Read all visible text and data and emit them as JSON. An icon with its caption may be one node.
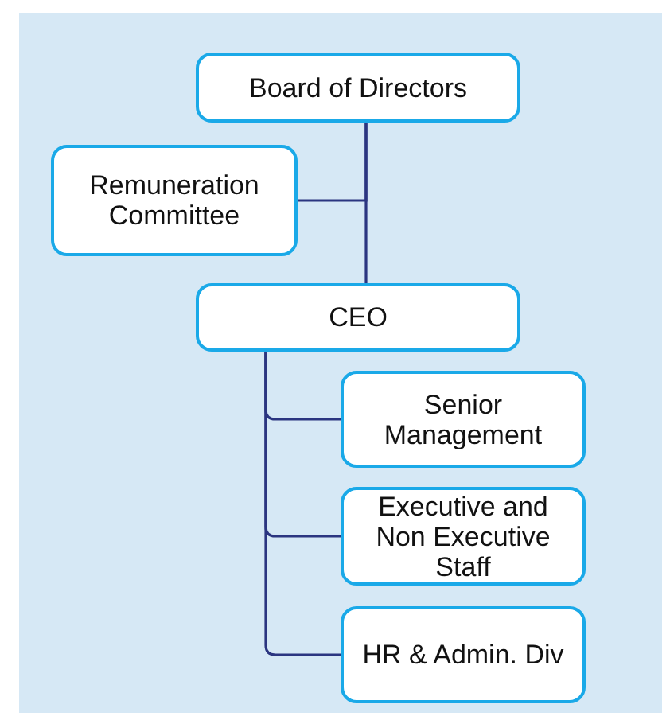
{
  "diagram": {
    "nodes": [
      {
        "text": [
          "Board of Directors"
        ]
      },
      {
        "text": [
          "Remuneration Committee"
        ]
      },
      {
        "text": [
          "CEO"
        ]
      },
      {
        "text": [
          "Senior Management"
        ]
      },
      {
        "text": [
          "Executive and Non Executive Staff"
        ]
      },
      {
        "text": [
          "HR & Admin. Div"
        ]
      }
    ],
    "edges": [
      {
        "from": 0,
        "to": 1,
        "arrow": "none"
      },
      {
        "from": 0,
        "to": 2,
        "arrow": "none"
      },
      {
        "from": 2,
        "to": 3,
        "arrow": "none"
      },
      {
        "from": 2,
        "to": 4,
        "arrow": "none"
      },
      {
        "from": 2,
        "to": 5,
        "arrow": "none"
      }
    ]
  }
}
